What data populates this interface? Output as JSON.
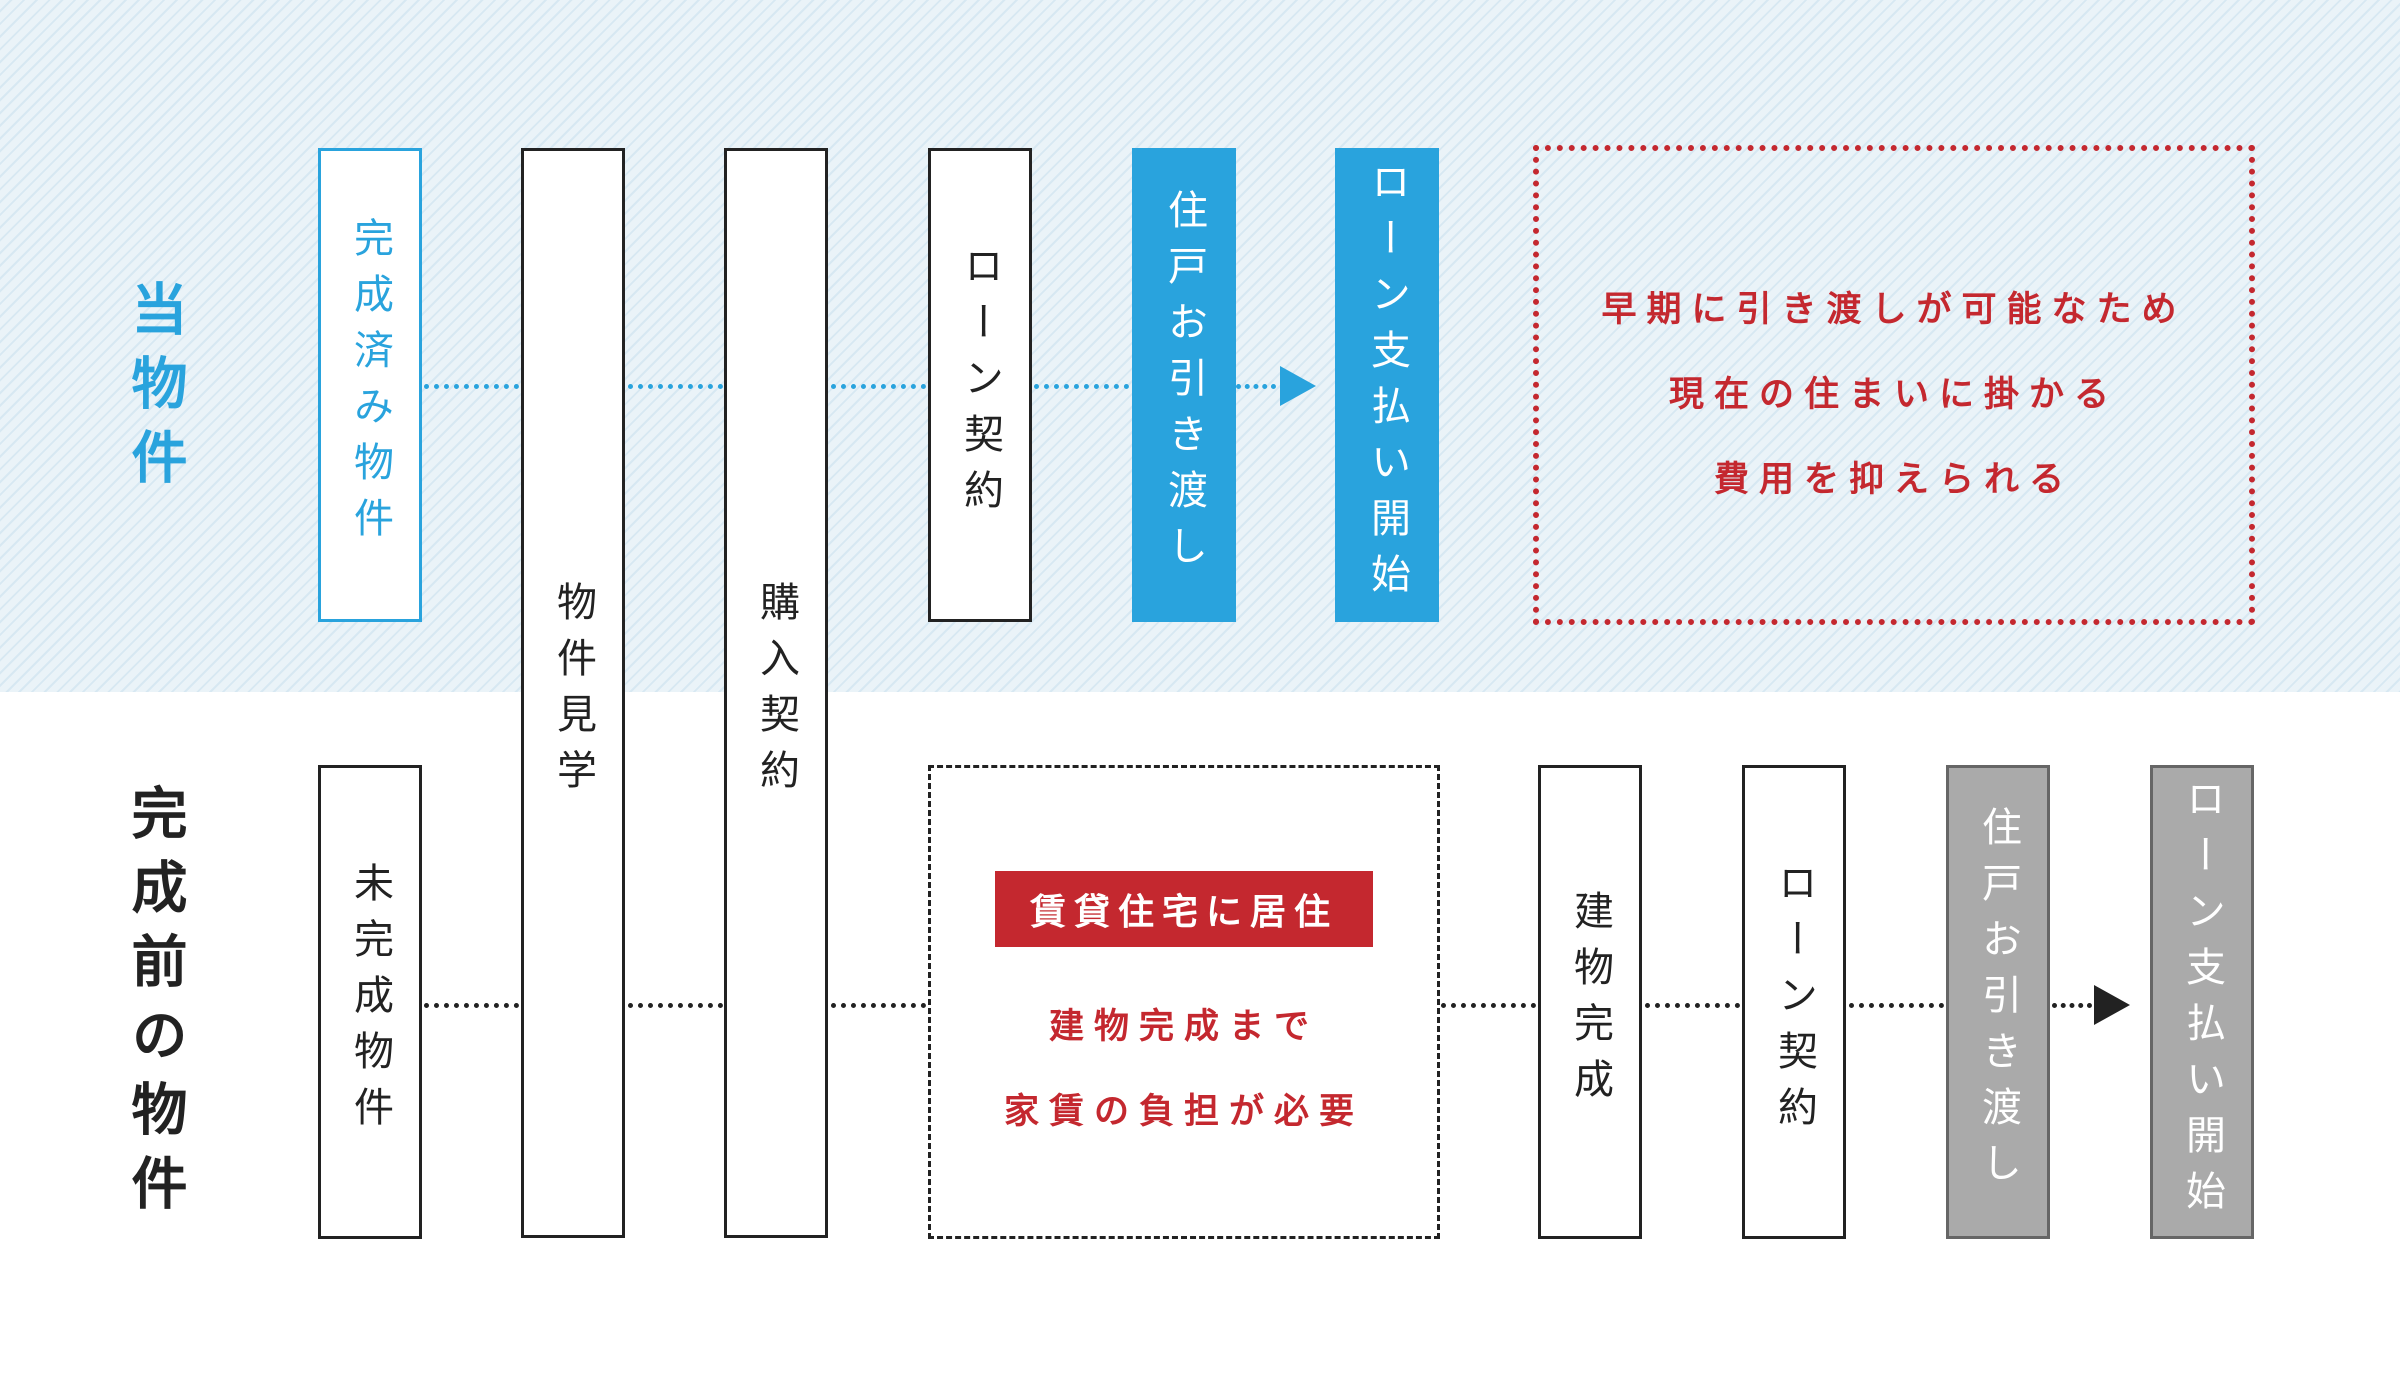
{
  "colors": {
    "blue": "#29a3dd",
    "red": "#c4282f",
    "gray": "#aaaaaa",
    "black": "#222222"
  },
  "row_top": {
    "label": "当物件",
    "start": "完成済み物件",
    "loan_contract": "ローン契約",
    "handover": "住戸お引き渡し",
    "payment_start": "ローン支払い開始",
    "benefit_lines": [
      "早期に引き渡しが可能なため",
      "現在の住まいに掛かる",
      "費用を抑えられる"
    ]
  },
  "shared": {
    "viewing": "物件見学",
    "purchase": "購入契約"
  },
  "row_bottom": {
    "label": "完成前の物件",
    "start": "未完成物件",
    "rental_badge": "賃貸住宅に居住",
    "rental_lines": [
      "建物完成まで",
      "家賃の負担が必要"
    ],
    "completion": "建物完成",
    "loan_contract": "ローン契約",
    "handover": "住戸お引き渡し",
    "payment_start": "ローン支払い開始"
  }
}
